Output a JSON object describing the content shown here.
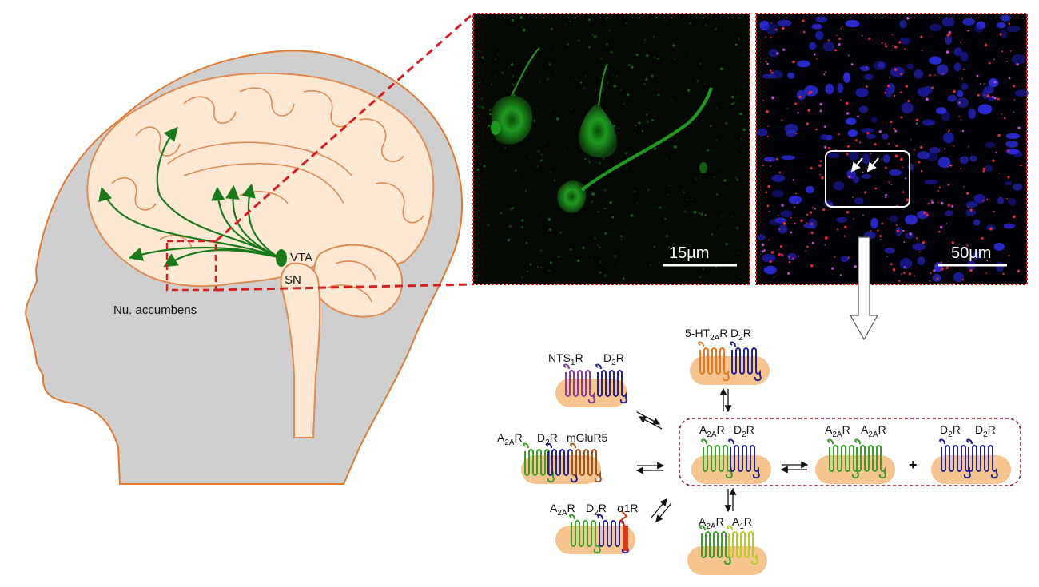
{
  "brain": {
    "labels": {
      "vta": "VTA",
      "sn": "SN",
      "nucleus": "Nu. accumbens"
    }
  },
  "micrographs": {
    "green_panel": {
      "scale_label": "15µm"
    },
    "blue_panel": {
      "scale_label": "50µm"
    }
  },
  "complexes": {
    "nts_d2": {
      "r1": "NTS",
      "r1_sub": "1",
      "r1_tail": "R",
      "r2": "D",
      "r2_sub": "2",
      "r2_tail": "R"
    },
    "ht2a_d2": {
      "r1": "5-HT",
      "r1_sub": "2A",
      "r1_tail": "R",
      "r2": "D",
      "r2_sub": "2",
      "r2_tail": "R"
    },
    "a2a_d2_mglur5": {
      "r1": "A",
      "r1_sub": "2A",
      "r1_tail": "R",
      "r2": "D",
      "r2_sub": "2",
      "r2_tail": "R",
      "r3": "mGluR5"
    },
    "a2a_d2_sigma": {
      "r1": "A",
      "r1_sub": "2A",
      "r1_tail": "R",
      "r2": "D",
      "r2_sub": "2",
      "r2_tail": "R",
      "r3": "σ1R"
    },
    "a2a_d2_center": {
      "r1": "A",
      "r1_sub": "2A",
      "r1_tail": "R",
      "r2": "D",
      "r2_sub": "2",
      "r2_tail": "R"
    },
    "a2a_a2a": {
      "r1": "A",
      "r1_sub": "2A",
      "r1_tail": "R",
      "r2": "A",
      "r2_sub": "2A",
      "r2_tail": "R"
    },
    "d2_d2": {
      "r1": "D",
      "r1_sub": "2",
      "r1_tail": "R",
      "r2": "D",
      "r2_sub": "2",
      "r2_tail": "R"
    },
    "a2a_a1": {
      "r1": "A",
      "r1_sub": "2A",
      "r1_tail": "R",
      "r2": "A",
      "r2_sub": "1",
      "r2_tail": "R"
    },
    "plus_sign": "+"
  },
  "colors": {
    "head_fill": "#cfcfcf",
    "head_outline": "#e07a30",
    "brain_fill": "#fde8d4",
    "brain_stroke": "#e08a50",
    "pathway_green": "#1a7a1a",
    "highlight_red": "#d62020",
    "membrane": "#f6c58f",
    "a2a_green": "#3aa02a",
    "d2_blue": "#23238f",
    "nts_purple": "#8a3aa0",
    "ht2a_orange": "#e87820",
    "mglur5_brown": "#a0521d",
    "sigma_red": "#d63a1a",
    "a1_yellowgreen": "#b5d020",
    "complex_box": "#8b1a2a"
  }
}
